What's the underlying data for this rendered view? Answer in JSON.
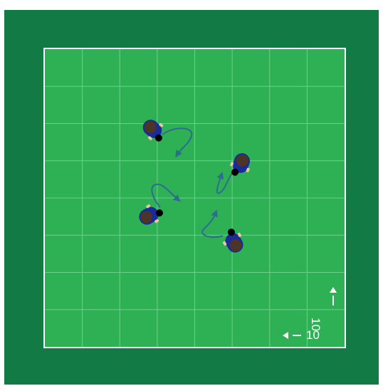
{
  "colors": {
    "outer": "#127a44",
    "pitch": "#2eb055",
    "grid": "#6cd08a",
    "border": "#ffffff",
    "arrow": "#2f6d8e",
    "jersey": "#1a2a99",
    "head": "#4a3528",
    "skin": "#e8c79a",
    "ball": "#000000"
  },
  "scale": {
    "horizontal_label": "10",
    "vertical_label": "10",
    "arrow_left_icon": "arrow-left-icon",
    "arrow_up_icon": "arrow-up-icon"
  },
  "players": [
    {
      "name": "player-top-left",
      "has_ball": true
    },
    {
      "name": "player-top-right",
      "has_ball": true
    },
    {
      "name": "player-bottom-left",
      "has_ball": true
    },
    {
      "name": "player-bottom-right",
      "has_ball": true
    }
  ]
}
